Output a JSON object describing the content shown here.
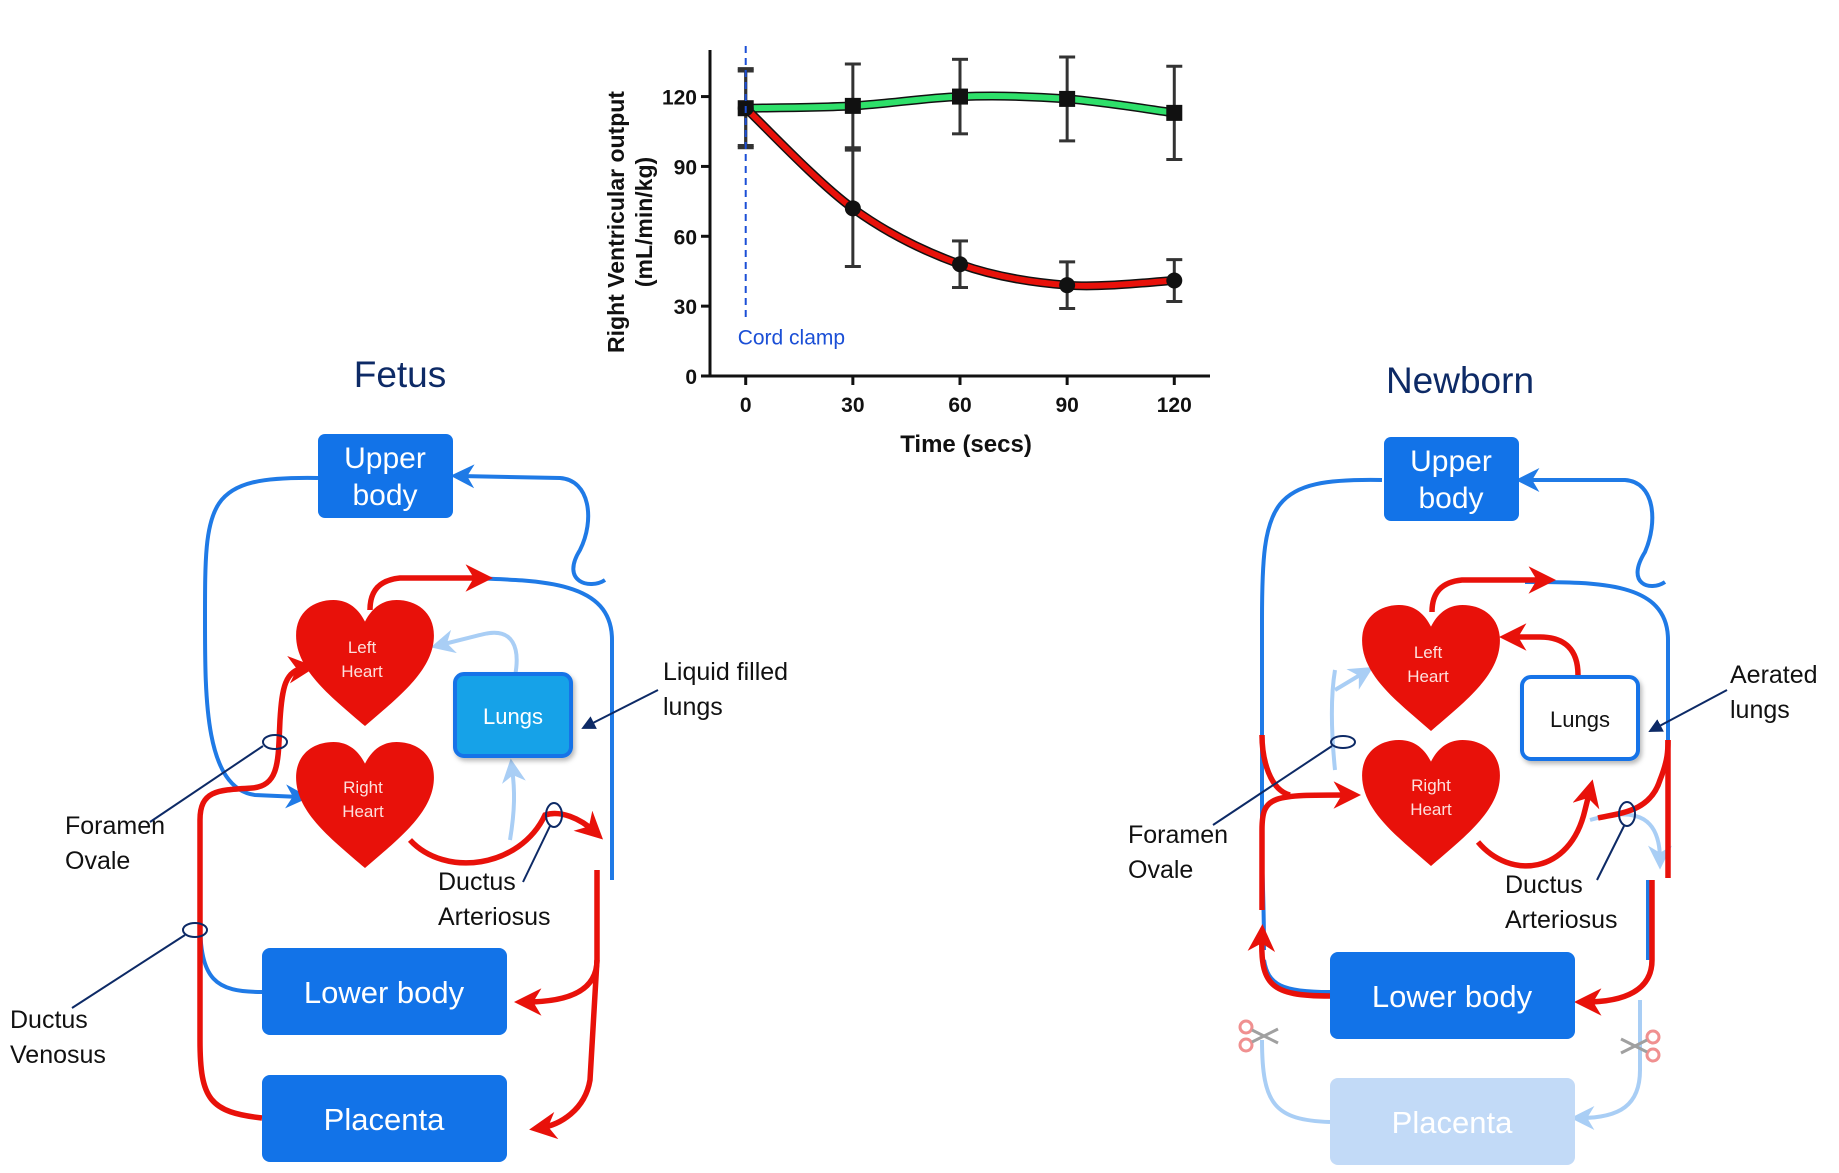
{
  "colors": {
    "blue": "#1f7ae6",
    "box_blue": "#1273e8",
    "red": "#e8110a",
    "green": "#2ee06a",
    "light_blue": "#a9cef5",
    "faded_box": "#c2daf7",
    "lungs_fill": "#17a2e8",
    "title_navy": "#0d2a66",
    "cord_clamp": "#1b4fd6"
  },
  "chart_data": {
    "type": "line",
    "title": "",
    "xlabel": "Time (secs)",
    "ylabel": "Right Ventricular output",
    "ylabel_units": "(mL/min/kg)",
    "xlim": [
      -10,
      130
    ],
    "ylim": [
      0,
      140
    ],
    "x_ticks": [
      0,
      30,
      60,
      90,
      120
    ],
    "y_ticks": [
      0,
      30,
      60,
      90,
      120
    ],
    "x": [
      0,
      30,
      60,
      90,
      120
    ],
    "series": [
      {
        "color": "#2ee06a",
        "marker": "square",
        "values": [
          115,
          116,
          120,
          119,
          113
        ],
        "error": [
          17,
          18,
          16,
          18,
          20
        ]
      },
      {
        "color": "#e8110a",
        "marker": "circle",
        "values": [
          115,
          72,
          48,
          39,
          41
        ],
        "error": [
          16,
          25,
          10,
          10,
          9
        ]
      }
    ],
    "annotation": {
      "x": 0,
      "text": "Cord clamp"
    }
  },
  "fetus": {
    "title": "Fetus",
    "upper_body": [
      "Upper",
      "body"
    ],
    "left_heart": [
      "Left",
      "Heart"
    ],
    "right_heart": [
      "Right",
      "Heart"
    ],
    "lungs": "Lungs",
    "lower_body": "Lower body",
    "placenta": "Placenta",
    "lungs_label": [
      "Liquid filled",
      "lungs"
    ],
    "foramen_ovale": [
      "Foramen",
      "Ovale"
    ],
    "ductus_arteriosus": [
      "Ductus",
      "Arteriosus"
    ],
    "ductus_venosus": [
      "Ductus",
      "Venosus"
    ]
  },
  "newborn": {
    "title": "Newborn",
    "upper_body": [
      "Upper",
      "body"
    ],
    "left_heart": [
      "Left",
      "Heart"
    ],
    "right_heart": [
      "Right",
      "Heart"
    ],
    "lungs": "Lungs",
    "lower_body": "Lower body",
    "placenta": "Placenta",
    "lungs_label": [
      "Aerated",
      "lungs"
    ],
    "foramen_ovale": [
      "Foramen",
      "Ovale"
    ],
    "ductus_arteriosus": [
      "Ductus",
      "Arteriosus"
    ],
    "scissors_icon": "scissors-icon"
  }
}
